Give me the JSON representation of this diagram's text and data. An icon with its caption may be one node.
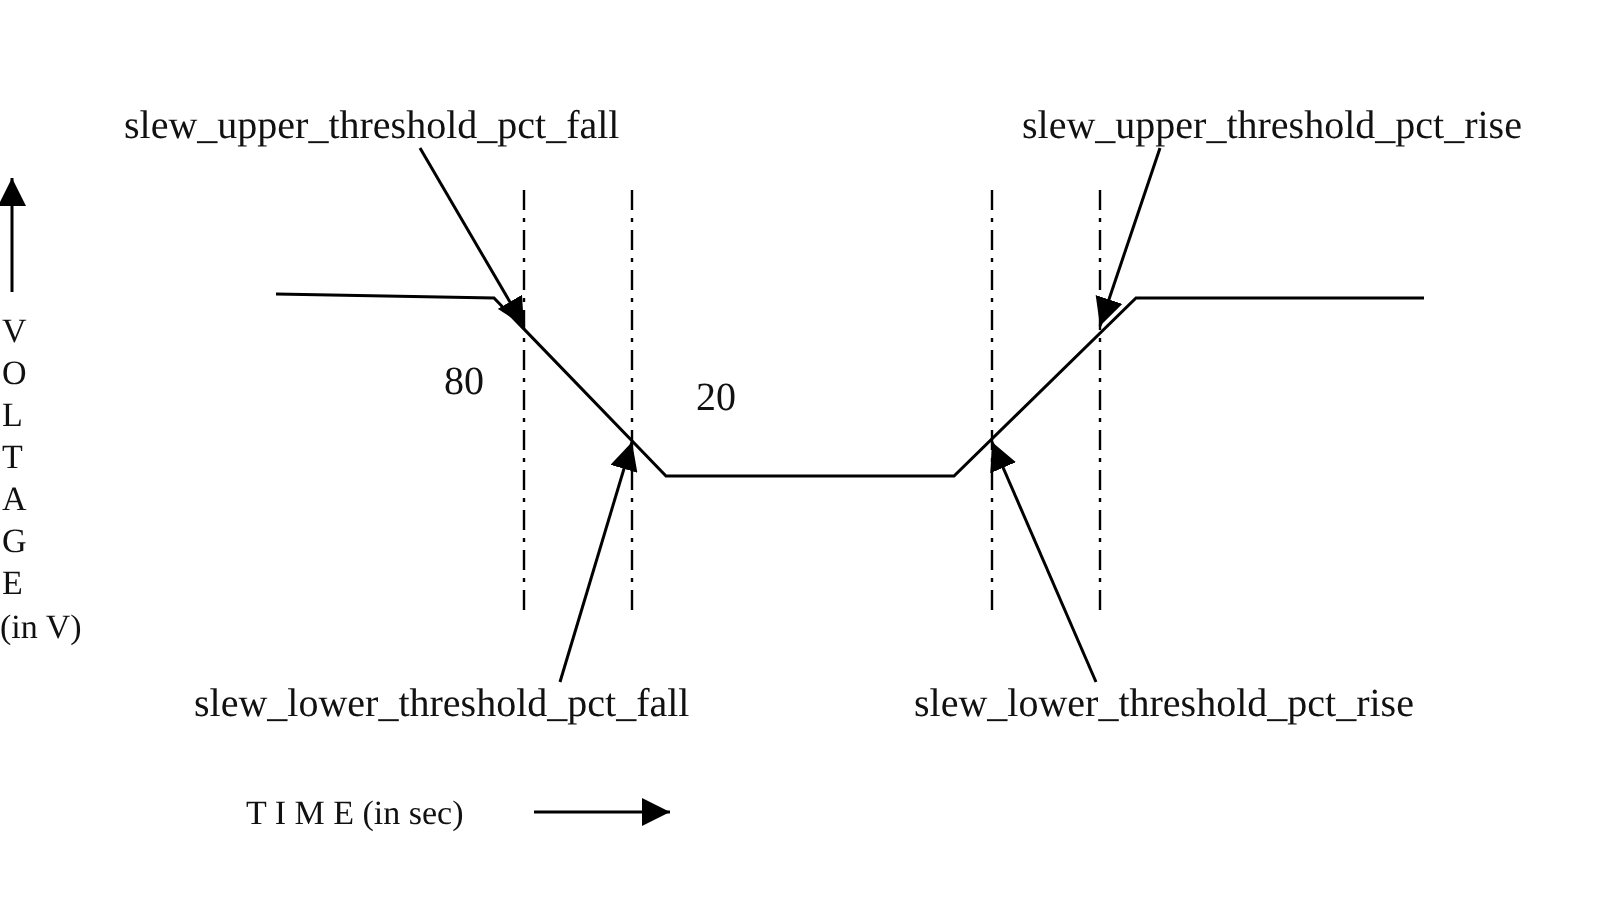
{
  "diagram": {
    "nodes": [
      {
        "text": [
          "slew_upper_threshold_pct_fall"
        ]
      },
      {
        "text": [
          "slew_upper_threshold_pct_rise"
        ]
      },
      {
        "text": [
          "slew_lower_threshold_pct_fall"
        ]
      },
      {
        "text": [
          "slew_lower_threshold_pct_rise"
        ]
      }
    ],
    "edges": [
      {
        "from": 0,
        "to": null,
        "arrow": "to"
      },
      {
        "from": 1,
        "to": null,
        "arrow": "to"
      },
      {
        "from": 2,
        "to": null,
        "arrow": "to"
      },
      {
        "from": 3,
        "to": null,
        "arrow": "to"
      }
    ],
    "labels": [
      "V",
      "O",
      "L",
      "T",
      "A",
      "G",
      "E",
      "(in V)",
      "80",
      "20",
      "T I M E (in sec)"
    ]
  }
}
